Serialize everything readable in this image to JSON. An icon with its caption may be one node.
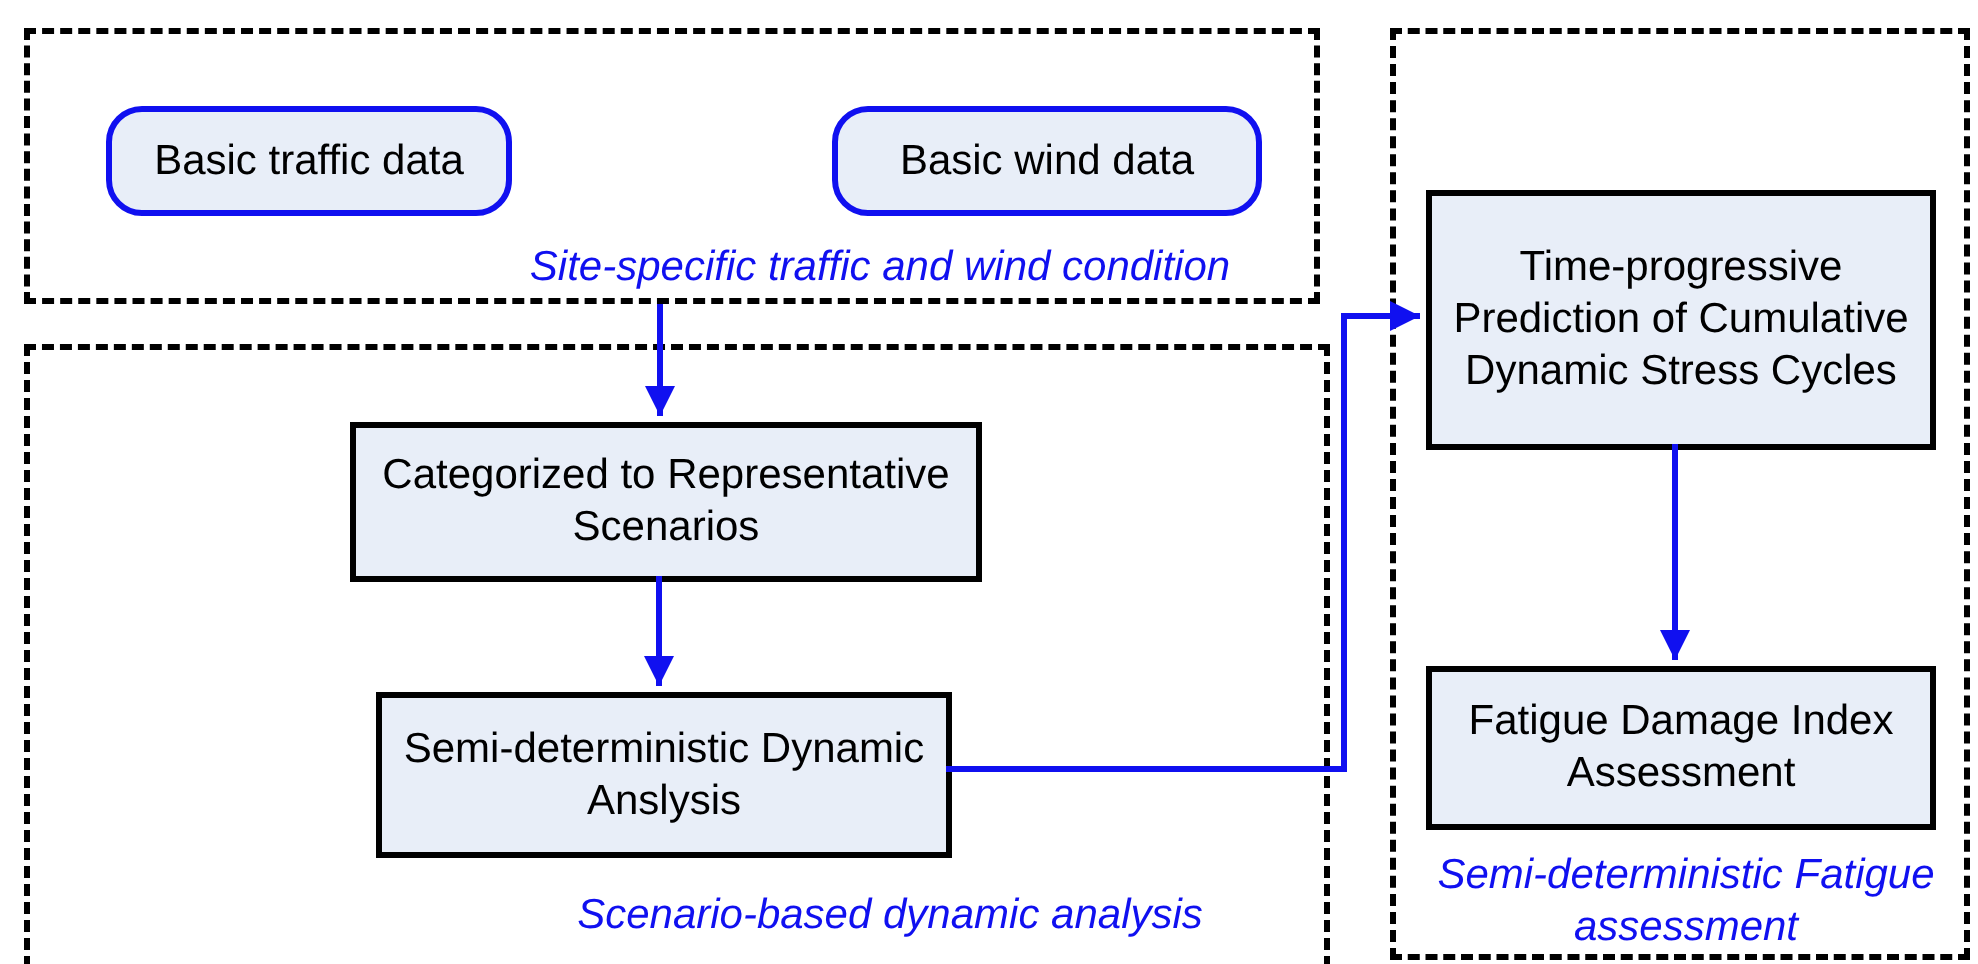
{
  "diagram": {
    "nodes": [
      {
        "text": [
          "Site-specific traffic and wind condition"
        ]
      },
      {
        "text": [
          "Basic traffic data"
        ],
        "in": 0
      },
      {
        "text": [
          "Basic wind data"
        ],
        "in": 0
      },
      {
        "text": [
          "Scenario-based dynamic analysis"
        ]
      },
      {
        "text": [
          "Categorized to Representative Scenarios"
        ],
        "in": 3
      },
      {
        "text": [
          "Semi-deterministic Dynamic Anslysis"
        ],
        "in": 3
      },
      {
        "text": [
          "Semi-deterministic Fatigue assessment"
        ]
      },
      {
        "text": [
          "Time-progressive Prediction of Cumulative Dynamic Stress Cycles"
        ],
        "in": 6
      },
      {
        "text": [
          "Fatigue Damage Index Assessment"
        ],
        "in": 6
      }
    ],
    "edges": [
      {
        "from": 0,
        "to": 4,
        "arrow": "to"
      },
      {
        "from": 4,
        "to": 5,
        "arrow": "to"
      },
      {
        "from": 5,
        "to": 7,
        "arrow": "to"
      },
      {
        "from": 7,
        "to": 8,
        "arrow": "to"
      }
    ]
  }
}
